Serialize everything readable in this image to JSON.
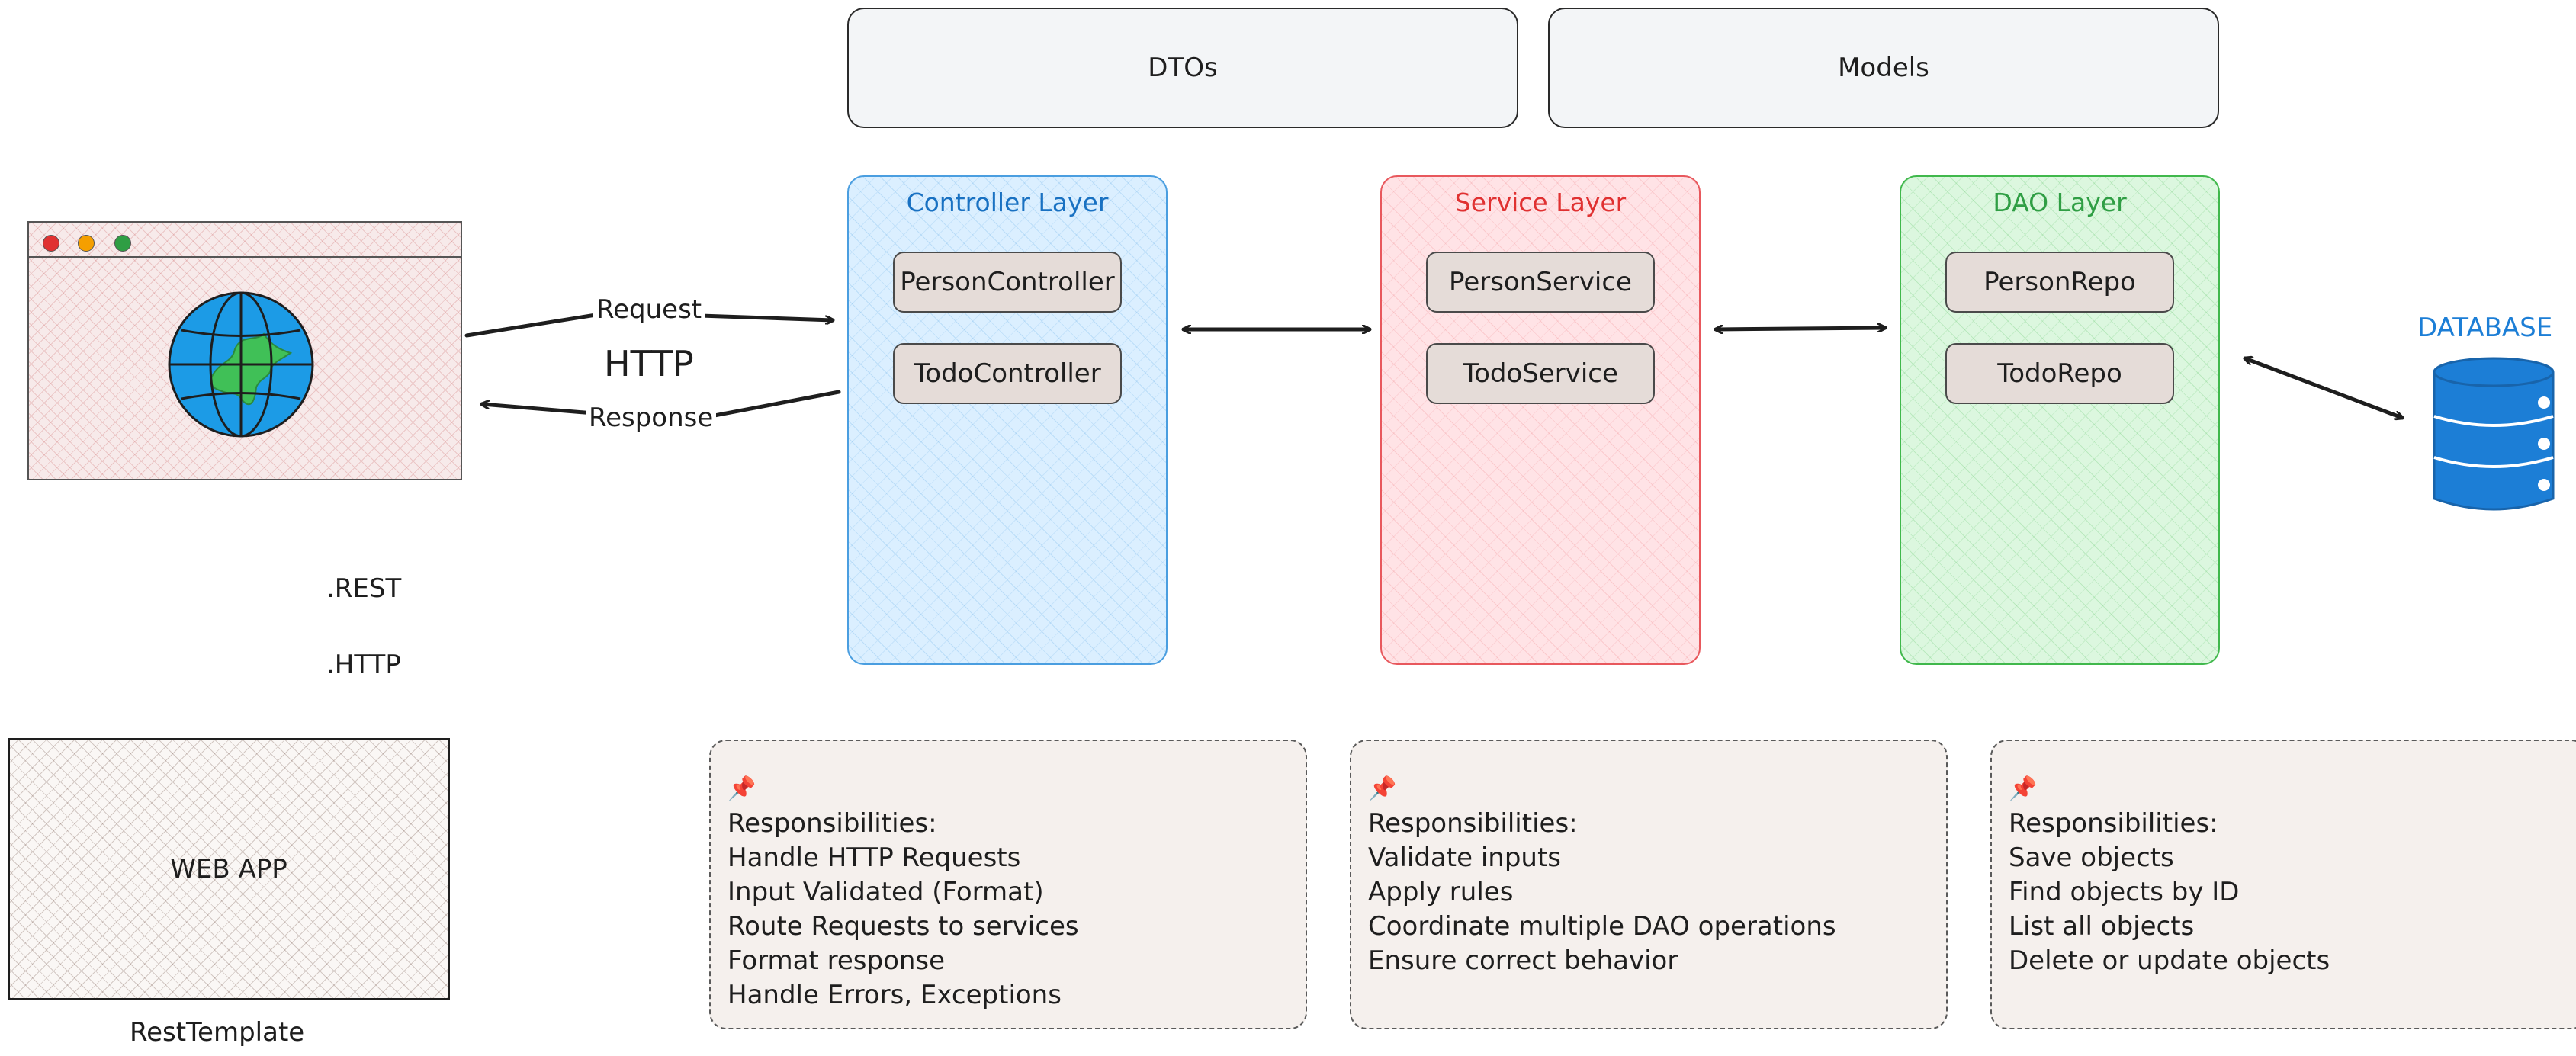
{
  "top_boxes": {
    "dtos": "DTOs",
    "models": "Models"
  },
  "layers": {
    "controller": {
      "title": "Controller Layer",
      "items": [
        "PersonController",
        "TodoController"
      ]
    },
    "service": {
      "title": "Service Layer",
      "items": [
        "PersonService",
        "TodoService"
      ]
    },
    "dao": {
      "title": "DAO Layer",
      "items": [
        "PersonRepo",
        "TodoRepo"
      ]
    }
  },
  "client": {
    "request_label": "Request",
    "protocol_label": "HTTP",
    "response_label": "Response",
    "rest_label": ".REST",
    "http_label": ".HTTP",
    "webapp_label": "WEB APP",
    "resttemplate_label": "RestTemplate"
  },
  "database": {
    "label": "DATABASE"
  },
  "notes": {
    "controller": {
      "pin": "📌",
      "lines": [
        "Responsibilities:",
        "Handle HTTP Requests",
        "Input Validated (Format)",
        "Route Requests to services",
        "Format response",
        "Handle Errors, Exceptions"
      ]
    },
    "service": {
      "pin": "📌",
      "lines": [
        "Responsibilities:",
        "Validate inputs",
        "Apply rules",
        "Coordinate multiple DAO operations",
        "Ensure correct behavior"
      ]
    },
    "dao": {
      "pin": "📌",
      "lines": [
        "Responsibilities:",
        "Save objects",
        "Find objects by ID",
        "List all objects",
        "Delete or update objects"
      ]
    }
  },
  "colors": {
    "controller": "#1971c2",
    "service": "#e03131",
    "dao": "#2f9e44",
    "database": "#1c7ed6",
    "dot_red": "#e03131",
    "dot_yellow": "#f59f00",
    "dot_green": "#2f9e44"
  },
  "icons": [
    "globe-icon",
    "database-icon",
    "pin-icon",
    "arrow-icon"
  ]
}
